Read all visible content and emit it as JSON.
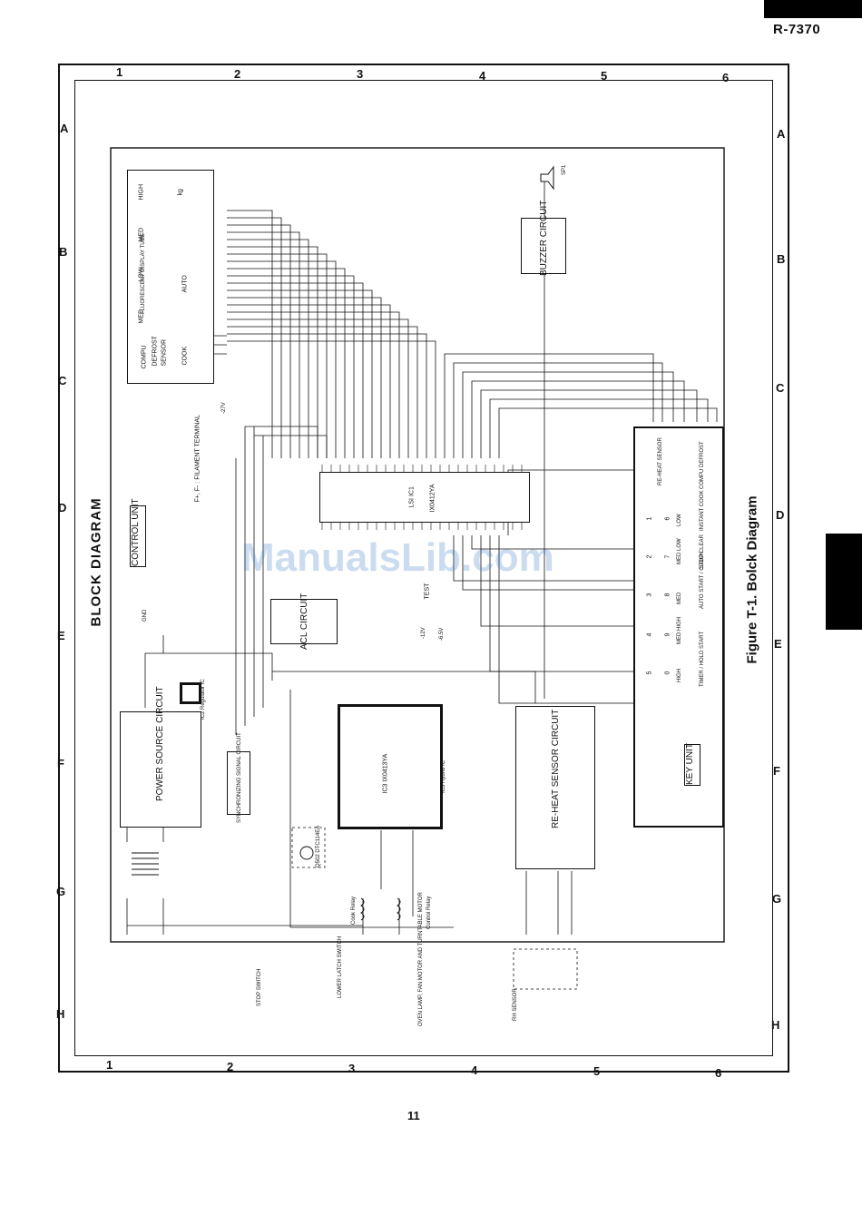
{
  "header": {
    "model": "R-7370",
    "page_number": "11"
  },
  "grid": {
    "columns": [
      "1",
      "2",
      "3",
      "4",
      "5",
      "6"
    ],
    "rows": [
      "A",
      "B",
      "C",
      "D",
      "E",
      "F",
      "G",
      "H"
    ]
  },
  "diagram": {
    "title": "BLOCK DIAGRAM",
    "caption": "Figure T-1. Bolck Diagram",
    "blocks": {
      "control_unit": "CONTROL UNIT",
      "display_tube": "FLUORESCENT DISPLAY TUBE",
      "power_source": "POWER SOURCE CIRCUIT",
      "sync_signal": "SYNCHRONIZING SIGNAL CIRCUIT",
      "acl": "ACL CIRCUIT",
      "lsi": "LSI IC1",
      "lsi_part": "IX0412YA",
      "hybrid": "IC3 IX0413YA",
      "hybrid_note": "IC3 Hybrid IC",
      "reheat_sensor": "RE-HEAT SENSOR CIRCUIT",
      "buzzer": "BUZZER CIRCUIT",
      "key_unit": "KEY UNIT",
      "regulator": "IC2 Regulator IC",
      "transistor": "Q502 DTC114EA"
    },
    "display_labels": [
      "COMPU",
      "DEFROST",
      "SENSOR",
      "COOK",
      "LOW",
      "MED",
      "AUTO",
      "HIGH",
      "kg",
      "lb"
    ],
    "component_labels": {
      "buzzer_speaker": "SP1",
      "filament_terminal": "F+, F- : FILAMENT TERMINAL",
      "test": "TEST",
      "cook_relay": "Cook Relay",
      "control_relay": "Control Relay",
      "rh_sensor": "RH SENSOR",
      "stop_switch": "STOP SWITCH",
      "lower_latch": "LOWER LATCH SWITCH",
      "oven_lamp": "OVEN LAMP, FAN MOTOR AND TURNTABLE MOTOR",
      "voltage_1": "-27V",
      "voltage_2": "-12V",
      "voltage_3": "-6.5V",
      "gnd": "GND"
    },
    "keypad_rows": [
      [
        "COMPU DEFROST",
        "INSTANT COOK",
        "STOP CLEAR",
        "AUTO START / CLOCK",
        "START",
        "TIMER / HOLD"
      ],
      [
        "",
        "6",
        "7",
        "8",
        "9",
        "0"
      ],
      [
        "",
        "LOW",
        "MED LOW",
        "MED",
        "MED HIGH",
        "HIGH"
      ],
      [
        "",
        "1",
        "2",
        "3",
        "4",
        "5"
      ]
    ],
    "keypad_reheat": "RE-HEAT SENSOR"
  },
  "watermark": "ManualsLib.com"
}
